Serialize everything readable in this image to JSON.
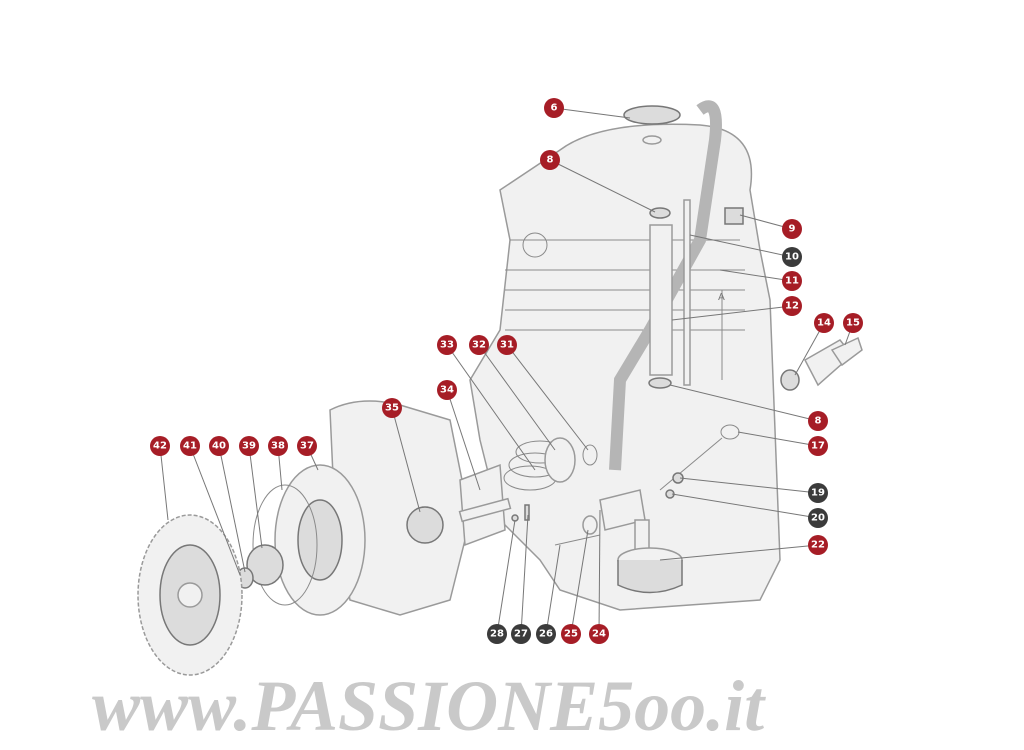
{
  "watermark": "www.PASSIONE5oo.it",
  "colors": {
    "red_badge": "#a61d26",
    "dark_badge": "#3b3b3b",
    "drawing": "#9a9a9a"
  },
  "labels": [
    {
      "number": "6",
      "color": "red"
    },
    {
      "number": "8",
      "color": "red"
    },
    {
      "number": "9",
      "color": "red"
    },
    {
      "number": "10",
      "color": "dark"
    },
    {
      "number": "11",
      "color": "red"
    },
    {
      "number": "12",
      "color": "red"
    },
    {
      "number": "14",
      "color": "red"
    },
    {
      "number": "15",
      "color": "red"
    },
    {
      "number": "8",
      "color": "red"
    },
    {
      "number": "17",
      "color": "red"
    },
    {
      "number": "19",
      "color": "dark"
    },
    {
      "number": "20",
      "color": "dark"
    },
    {
      "number": "22",
      "color": "red"
    },
    {
      "number": "24",
      "color": "red"
    },
    {
      "number": "25",
      "color": "red"
    },
    {
      "number": "26",
      "color": "dark"
    },
    {
      "number": "27",
      "color": "dark"
    },
    {
      "number": "28",
      "color": "dark"
    },
    {
      "number": "31",
      "color": "red"
    },
    {
      "number": "32",
      "color": "red"
    },
    {
      "number": "33",
      "color": "red"
    },
    {
      "number": "34",
      "color": "red"
    },
    {
      "number": "35",
      "color": "red"
    },
    {
      "number": "37",
      "color": "red"
    },
    {
      "number": "38",
      "color": "red"
    },
    {
      "number": "39",
      "color": "red"
    },
    {
      "number": "40",
      "color": "red"
    },
    {
      "number": "41",
      "color": "red"
    },
    {
      "number": "42",
      "color": "red"
    }
  ],
  "dimension_label": "A"
}
